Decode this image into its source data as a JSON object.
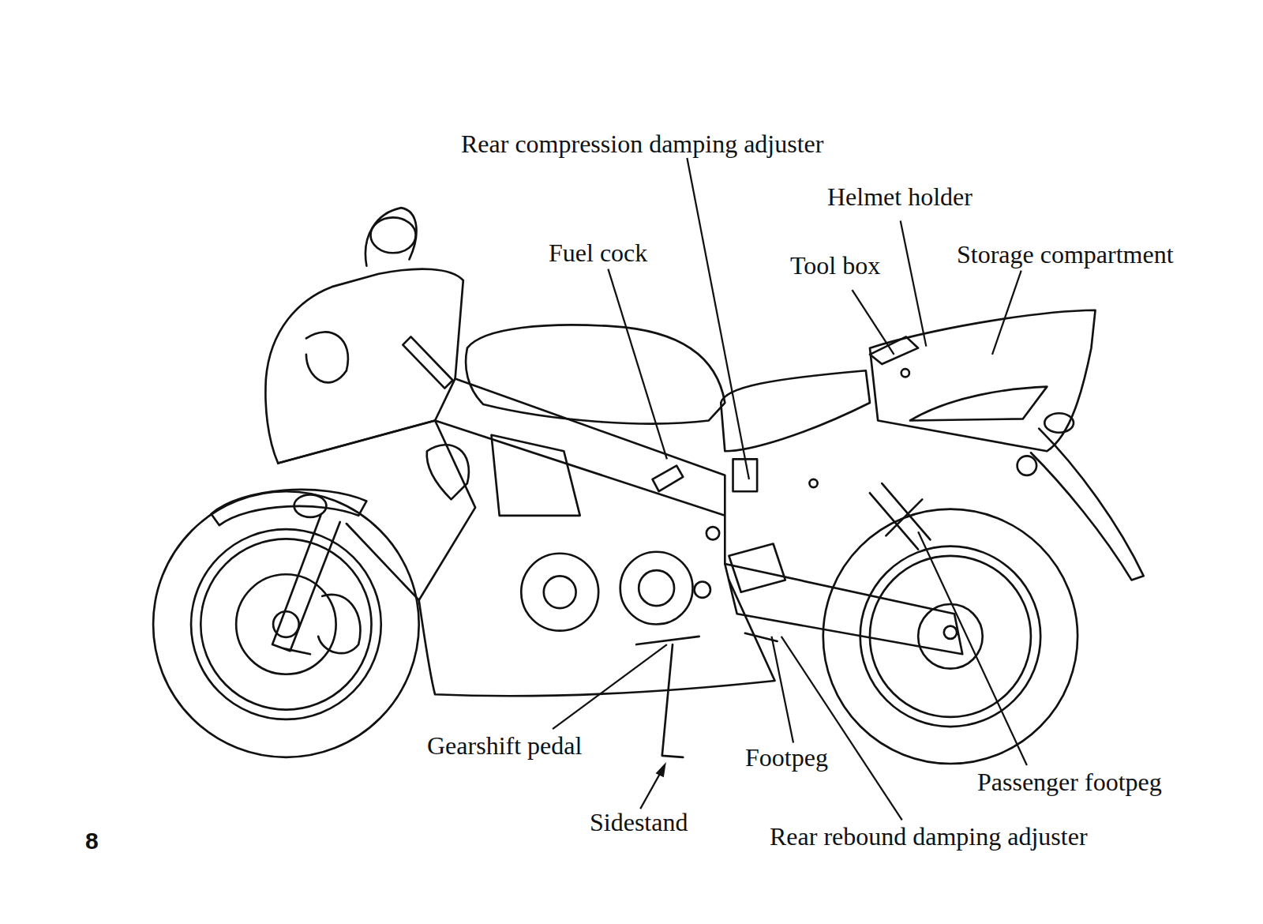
{
  "diagram": {
    "labels": [
      "Rear compression damping adjuster",
      "Helmet holder",
      "Fuel cock",
      "Tool box",
      "Storage compartment",
      "Gearshift pedal",
      "Footpeg",
      "Passenger footpeg",
      "Sidestand",
      "Rear rebound damping adjuster",
      "8"
    ]
  }
}
